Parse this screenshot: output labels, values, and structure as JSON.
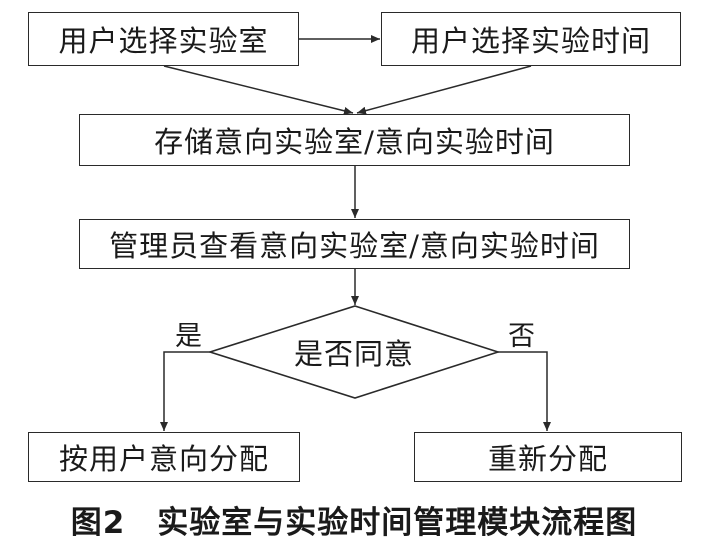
{
  "flowchart": {
    "nodes": {
      "user_select_lab": "用户选择实验室",
      "user_select_time": "用户选择实验时间",
      "store_intent": "存储意向实验室/意向实验时间",
      "admin_view": "管理员查看意向实验室/意向实验时间",
      "decision": "是否同意",
      "assign_by_intent": "按用户意向分配",
      "reassign": "重新分配"
    },
    "branches": {
      "yes": "是",
      "no": "否"
    }
  },
  "caption": "图2　实验室与实验时间管理模块流程图"
}
